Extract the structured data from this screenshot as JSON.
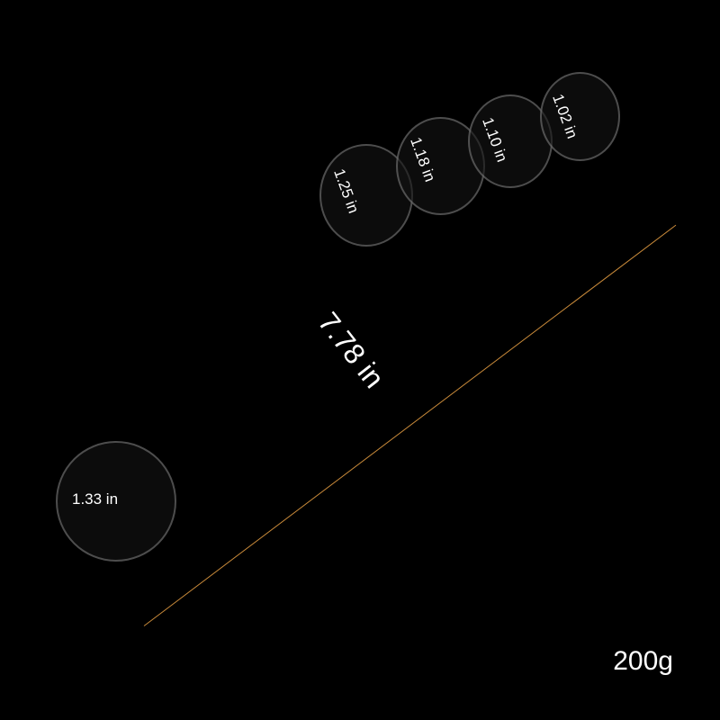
{
  "measurements": {
    "bead_1": "1.02 in",
    "bead_2": "1.10 in",
    "bead_3": "1.18 in",
    "bead_4": "1.25 in",
    "end_ball": "1.33 in",
    "total_length": "7.78 in"
  },
  "weight": "200g",
  "colors": {
    "background": "#000000",
    "dimension_line": "#c98a3a",
    "text": "#ffffff"
  }
}
